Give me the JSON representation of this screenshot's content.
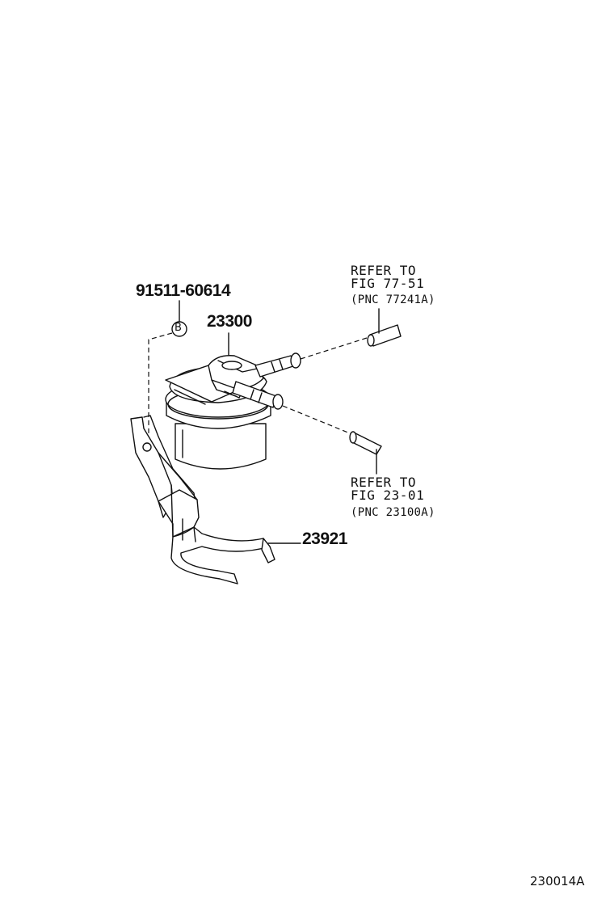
{
  "parts": {
    "bolt": {
      "number": "91511-60614",
      "badge": "B"
    },
    "fuel_filter": {
      "number": "23300"
    },
    "bracket": {
      "number": "23921"
    }
  },
  "references": {
    "upper": {
      "line1": "REFER TO",
      "line2": "FIG 77-51",
      "pnc": "(PNC 77241A)"
    },
    "lower": {
      "line1": "REFER TO",
      "line2": "FIG 23-01",
      "pnc": "(PNC 23100A)"
    }
  },
  "figure_code": "230014A"
}
